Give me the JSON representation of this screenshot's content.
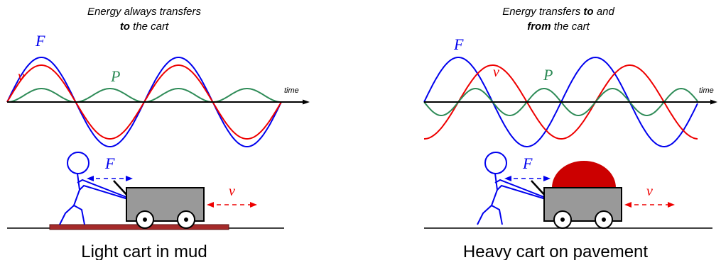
{
  "left": {
    "caption_line1": "Energy always transfers",
    "caption_line2_bold": "to",
    "caption_line2_rest": " the cart",
    "force_label": "F",
    "velocity_label": "v",
    "power_label": "P",
    "axis_label": "time",
    "cart_force_label": "F",
    "cart_velocity_label": "v",
    "bottom_label": "Light cart in mud"
  },
  "right": {
    "caption_line1_pre": "Energy transfers ",
    "caption_line1_bold": "to",
    "caption_line1_post": " and",
    "caption_line2_bold": "from",
    "caption_line2_rest": " the cart",
    "force_label": "F",
    "velocity_label": "v",
    "power_label": "P",
    "axis_label": "time",
    "cart_force_label": "F",
    "cart_velocity_label": "v",
    "bottom_label": "Heavy cart on pavement"
  },
  "colors": {
    "force": "#0000ee",
    "velocity": "#ee0000",
    "power": "#2e8b57",
    "cart_body": "#999999",
    "mud": "#a52a2a",
    "load": "#cc0000"
  }
}
